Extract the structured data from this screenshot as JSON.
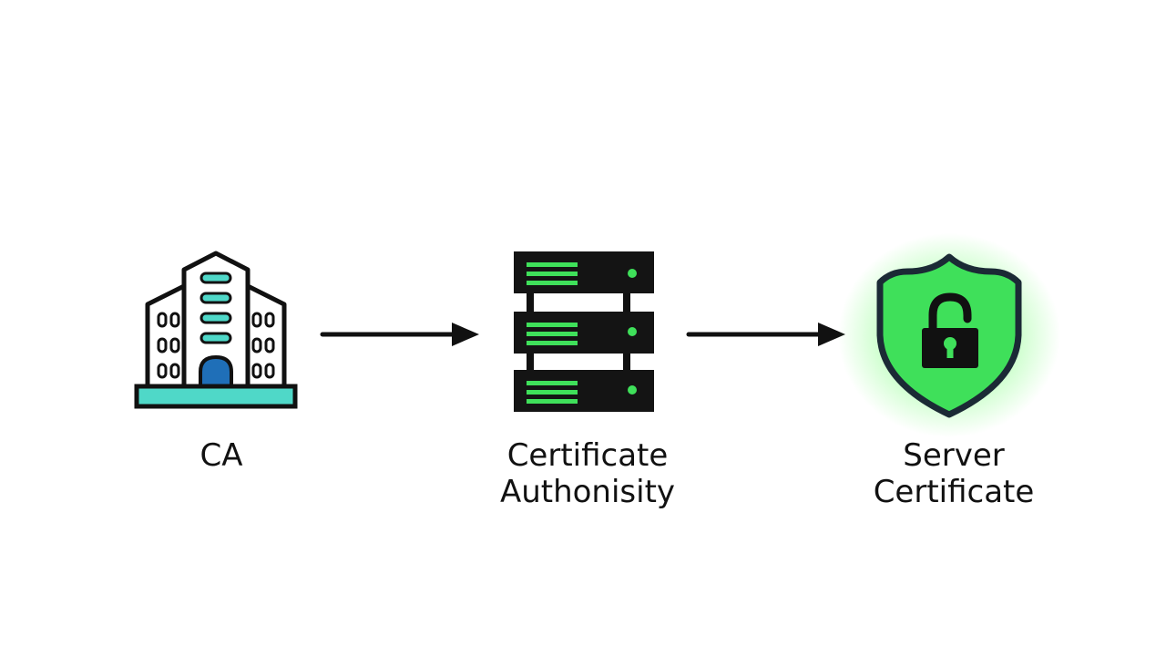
{
  "diagram": {
    "nodes": [
      {
        "id": "ca",
        "icon": "building-icon",
        "label_lines": [
          "CA"
        ]
      },
      {
        "id": "certificate-authority",
        "icon": "server-rack-icon",
        "label_lines": [
          "Certificate",
          "Authonisity"
        ]
      },
      {
        "id": "server-certificate",
        "icon": "shield-unlock-icon",
        "label_lines": [
          "Server",
          "Certificate"
        ]
      }
    ],
    "edges": [
      {
        "from": "ca",
        "to": "certificate-authority"
      },
      {
        "from": "certificate-authority",
        "to": "server-certificate"
      }
    ],
    "colors": {
      "outline": "#111111",
      "accent_green": "#3fe05a",
      "accent_teal": "#4fd8c8",
      "door_blue": "#1f6fb8",
      "glow_green": "#7cff7c"
    }
  }
}
